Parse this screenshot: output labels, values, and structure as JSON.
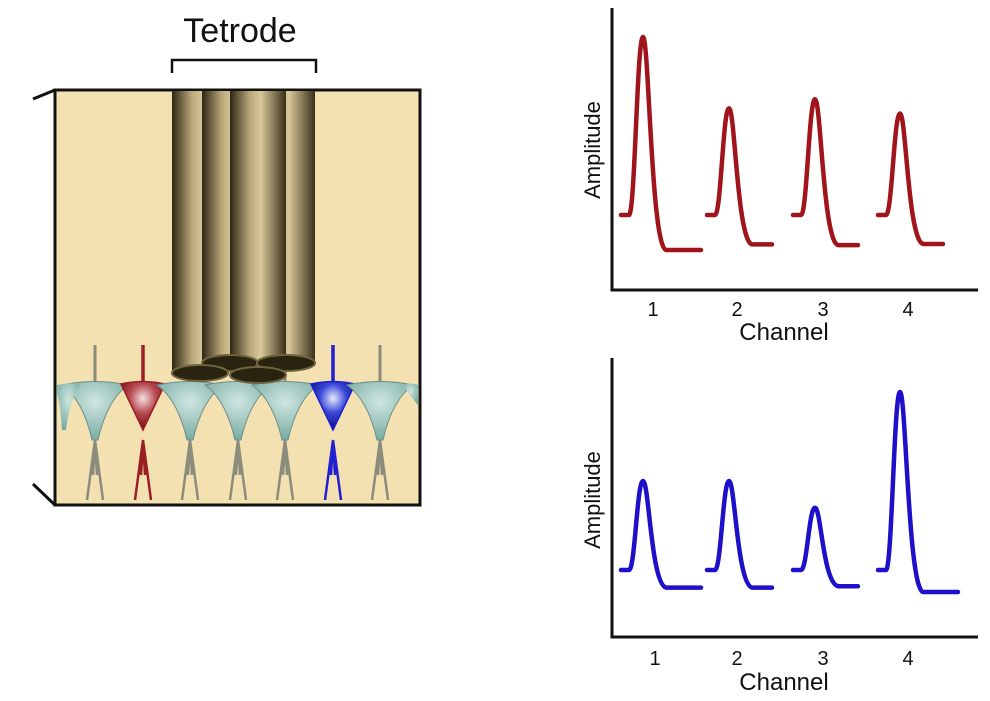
{
  "tetrode_label": "Tetrode",
  "plots": [
    {
      "ylabel": "Amplitude",
      "xlabel": "Channel",
      "channels": [
        "1",
        "2",
        "3",
        "4"
      ],
      "color": "#a0151c",
      "peaks": [
        1.0,
        0.6,
        0.65,
        0.57
      ]
    },
    {
      "ylabel": "Amplitude",
      "xlabel": "Channel",
      "channels": [
        "1",
        "2",
        "3",
        "4"
      ],
      "color": "#1e0fc8",
      "peaks": [
        0.5,
        0.5,
        0.35,
        1.0
      ]
    }
  ],
  "colors": {
    "tissue": "#f3e1b2",
    "neuron": "#7fb5ab",
    "highlight_red": "#9a1e24",
    "highlight_blue": "#2020d0",
    "electrode": "#8a7b4e"
  }
}
